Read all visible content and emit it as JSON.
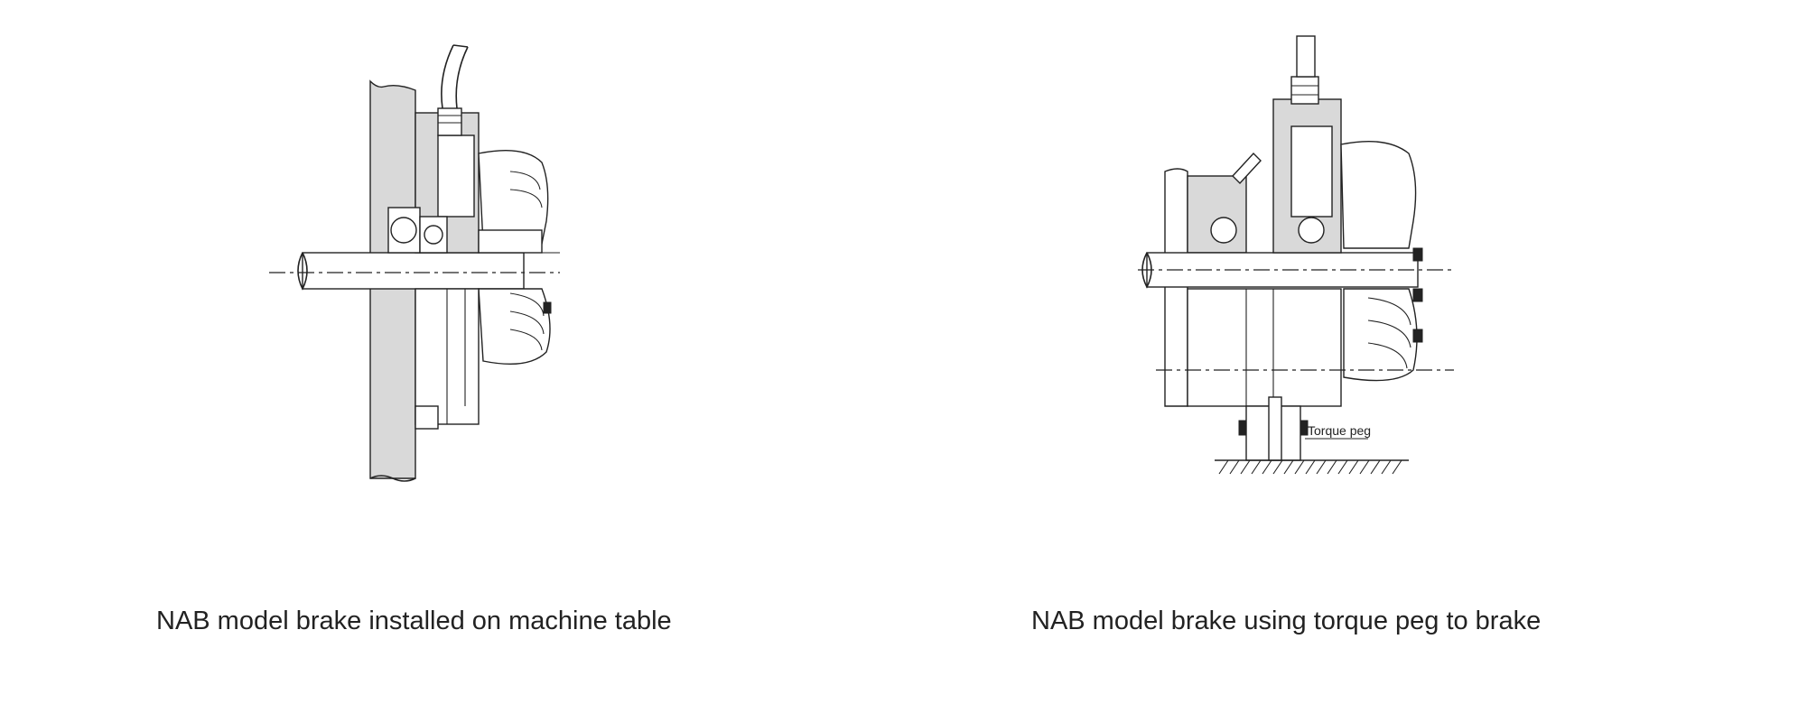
{
  "figures": [
    {
      "id": "left",
      "caption": "NAB model brake installed on machine table"
    },
    {
      "id": "right",
      "caption": "NAB model brake using torque peg to brake",
      "callout": "Torque peg"
    }
  ]
}
